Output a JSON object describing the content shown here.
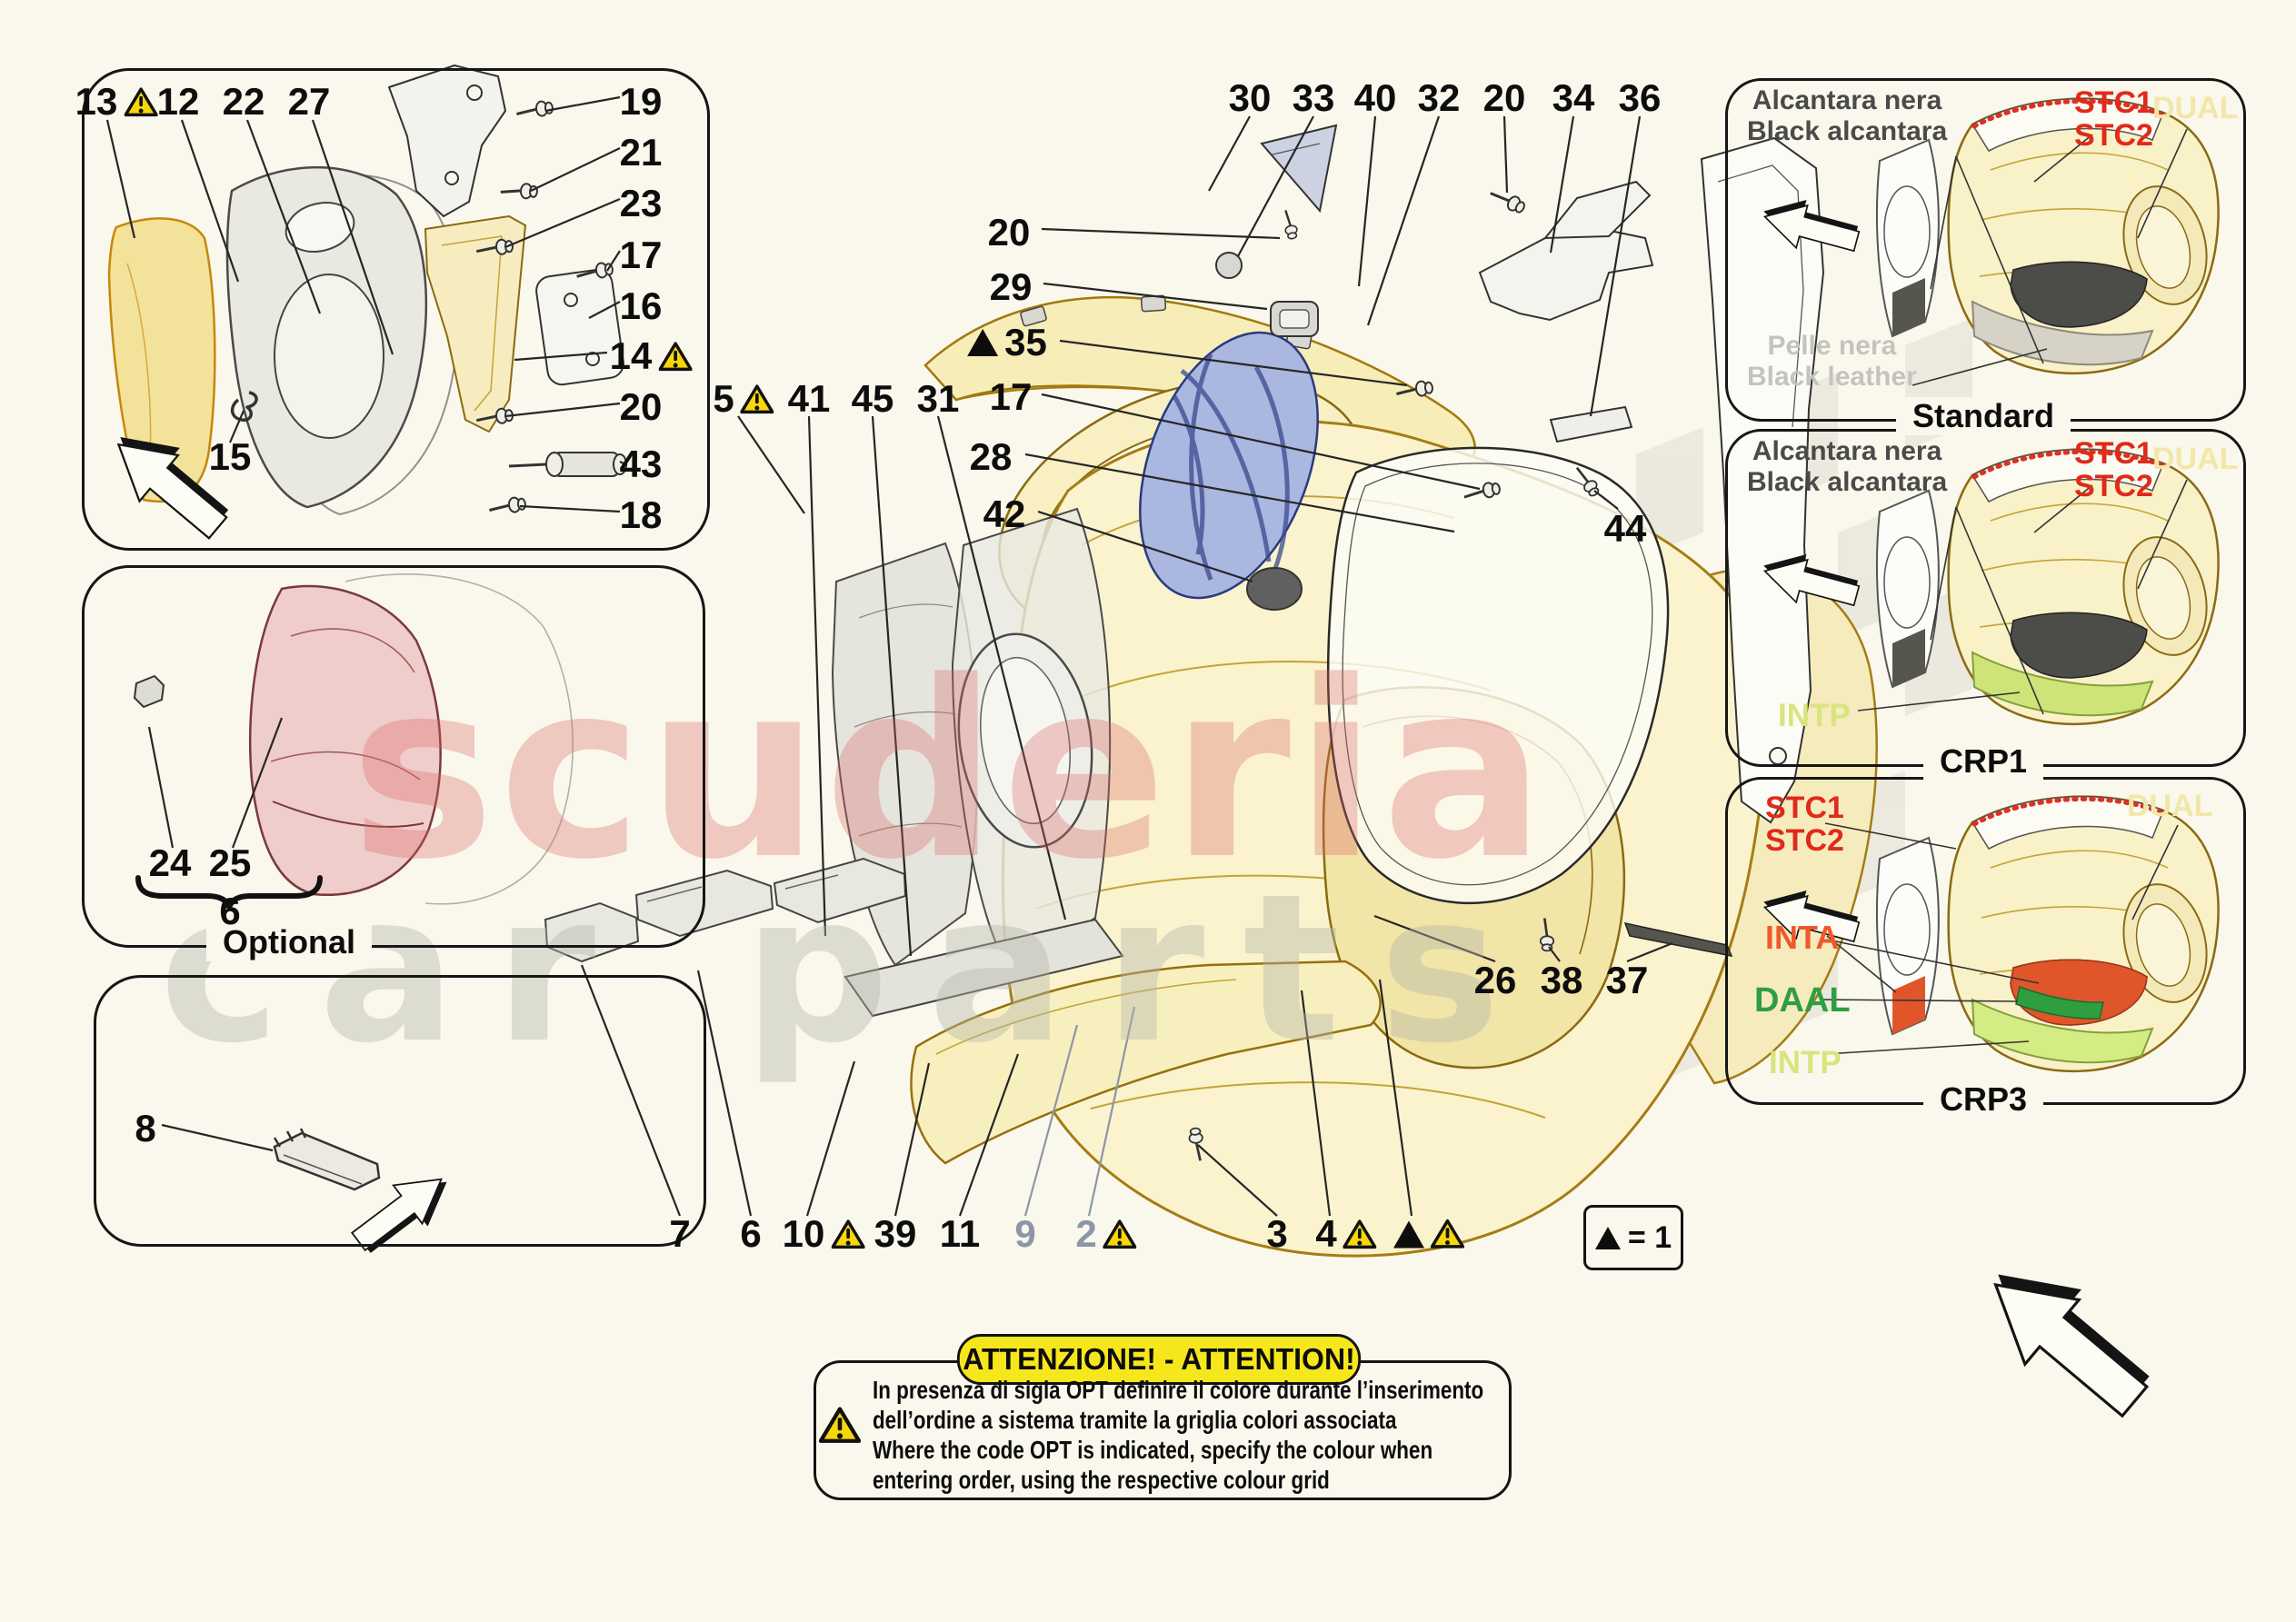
{
  "doc": {
    "type": "parts-diagram",
    "subject": "Door trim panels exploded view"
  },
  "watermark": {
    "line1": "scuderia",
    "line2": "car parts"
  },
  "legend": {
    "icon": "black-triangle",
    "text": "= 1"
  },
  "attention": {
    "title": "ATTENZIONE! - ATTENTION!",
    "icon": "warning-triangle",
    "lines": [
      "In presenza di sigla OPT definire il colore durante l’inserimento",
      "dell’ordine a sistema tramite la griglia colori associata",
      "Where the code OPT is indicated, specify the colour when",
      "entering order, using the respective colour grid"
    ]
  },
  "panels": {
    "optional": {
      "label": "Optional"
    },
    "standard": {
      "alcantara_line1": "Alcantara nera",
      "alcantara_line2": "Black alcantara",
      "stc1": "STC1",
      "stc2": "STC2",
      "dual": "DUAL",
      "leather_line1": "Pelle nera",
      "leather_line2": "Black leather",
      "label": "Standard"
    },
    "crp1": {
      "alcantara_line1": "Alcantara nera",
      "alcantara_line2": "Black alcantara",
      "stc1": "STC1",
      "stc2": "STC2",
      "dual": "DUAL",
      "intp": "INTP",
      "label": "CRP1"
    },
    "crp3": {
      "stc1": "STC1",
      "stc2": "STC2",
      "dual": "DUAL",
      "inta": "INTA",
      "daal": "DAAL",
      "intp": "INTP",
      "label": "CRP3"
    }
  },
  "callouts": [
    {
      "label": "13",
      "warn": true
    },
    {
      "label": "12"
    },
    {
      "label": "22"
    },
    {
      "label": "27"
    },
    {
      "label": "19"
    },
    {
      "label": "21"
    },
    {
      "label": "23"
    },
    {
      "label": "17"
    },
    {
      "label": "16"
    },
    {
      "label": "14",
      "warn": true
    },
    {
      "label": "20"
    },
    {
      "label": "43"
    },
    {
      "label": "18"
    },
    {
      "label": "15"
    },
    {
      "label": "24"
    },
    {
      "label": "25"
    },
    {
      "label": "6"
    },
    {
      "label": "8"
    },
    {
      "label": "5",
      "warn": true
    },
    {
      "label": "41"
    },
    {
      "label": "45"
    },
    {
      "label": "31"
    },
    {
      "label": "17"
    },
    {
      "label": "20"
    },
    {
      "label": "29"
    },
    {
      "label": "35",
      "tri": true
    },
    {
      "label": "28"
    },
    {
      "label": "42"
    },
    {
      "label": "30"
    },
    {
      "label": "33"
    },
    {
      "label": "40"
    },
    {
      "label": "32"
    },
    {
      "label": "20"
    },
    {
      "label": "34"
    },
    {
      "label": "36"
    },
    {
      "label": "44"
    },
    {
      "label": "26"
    },
    {
      "label": "38"
    },
    {
      "label": "37"
    },
    {
      "label": "7"
    },
    {
      "label": "6"
    },
    {
      "label": "10",
      "warn": true
    },
    {
      "label": "39"
    },
    {
      "label": "11"
    },
    {
      "label": "9",
      "muted": true
    },
    {
      "label": "2",
      "muted": true,
      "warn": true
    },
    {
      "label": "3"
    },
    {
      "label": "4",
      "warn": true
    },
    {
      "label": "",
      "tri": true,
      "warn": true
    }
  ],
  "colors": {
    "background": "#faf8ec",
    "warning_yellow": "#f8d70a",
    "attention_header_bg": "#f6e71c",
    "stc_red": "#e02a1a",
    "dual_yellow": "#f2e7a8",
    "intp_green": "#d9e47e",
    "inta_orange": "#f0582a",
    "daal_green": "#2f9e40",
    "panel_cream": "#f9f1c8",
    "speaker_blue": "#aab7e0",
    "watermark_red": "#db6868",
    "watermark_gray": "#b6b6aa",
    "muted_callout": "#8d95a8"
  }
}
